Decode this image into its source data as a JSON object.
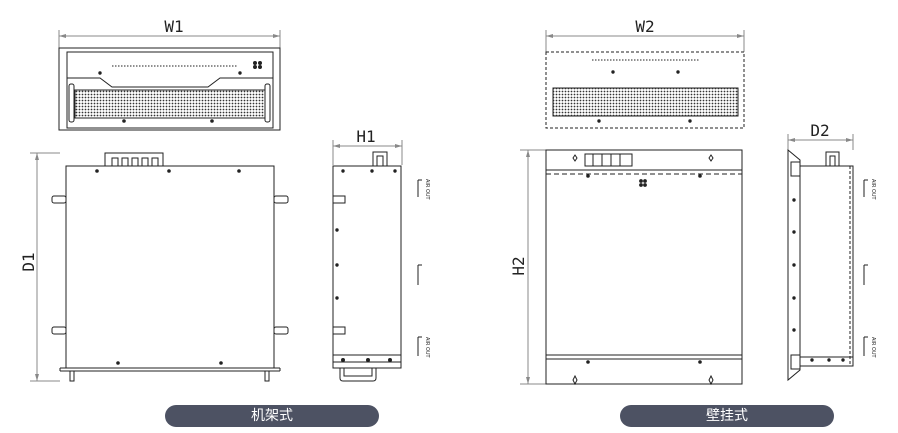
{
  "dimensions": {
    "w1": "W1",
    "h1": "H1",
    "d1": "D1",
    "w2": "W2",
    "h2": "H2",
    "d2": "D2"
  },
  "annotations": {
    "air_out": "AIR OUT"
  },
  "labels": {
    "rack_mount": "机架式",
    "wall_mount": "壁挂式"
  },
  "colors": {
    "line": "#222222",
    "dim_line": "#888888",
    "pill": "#4d5263"
  }
}
